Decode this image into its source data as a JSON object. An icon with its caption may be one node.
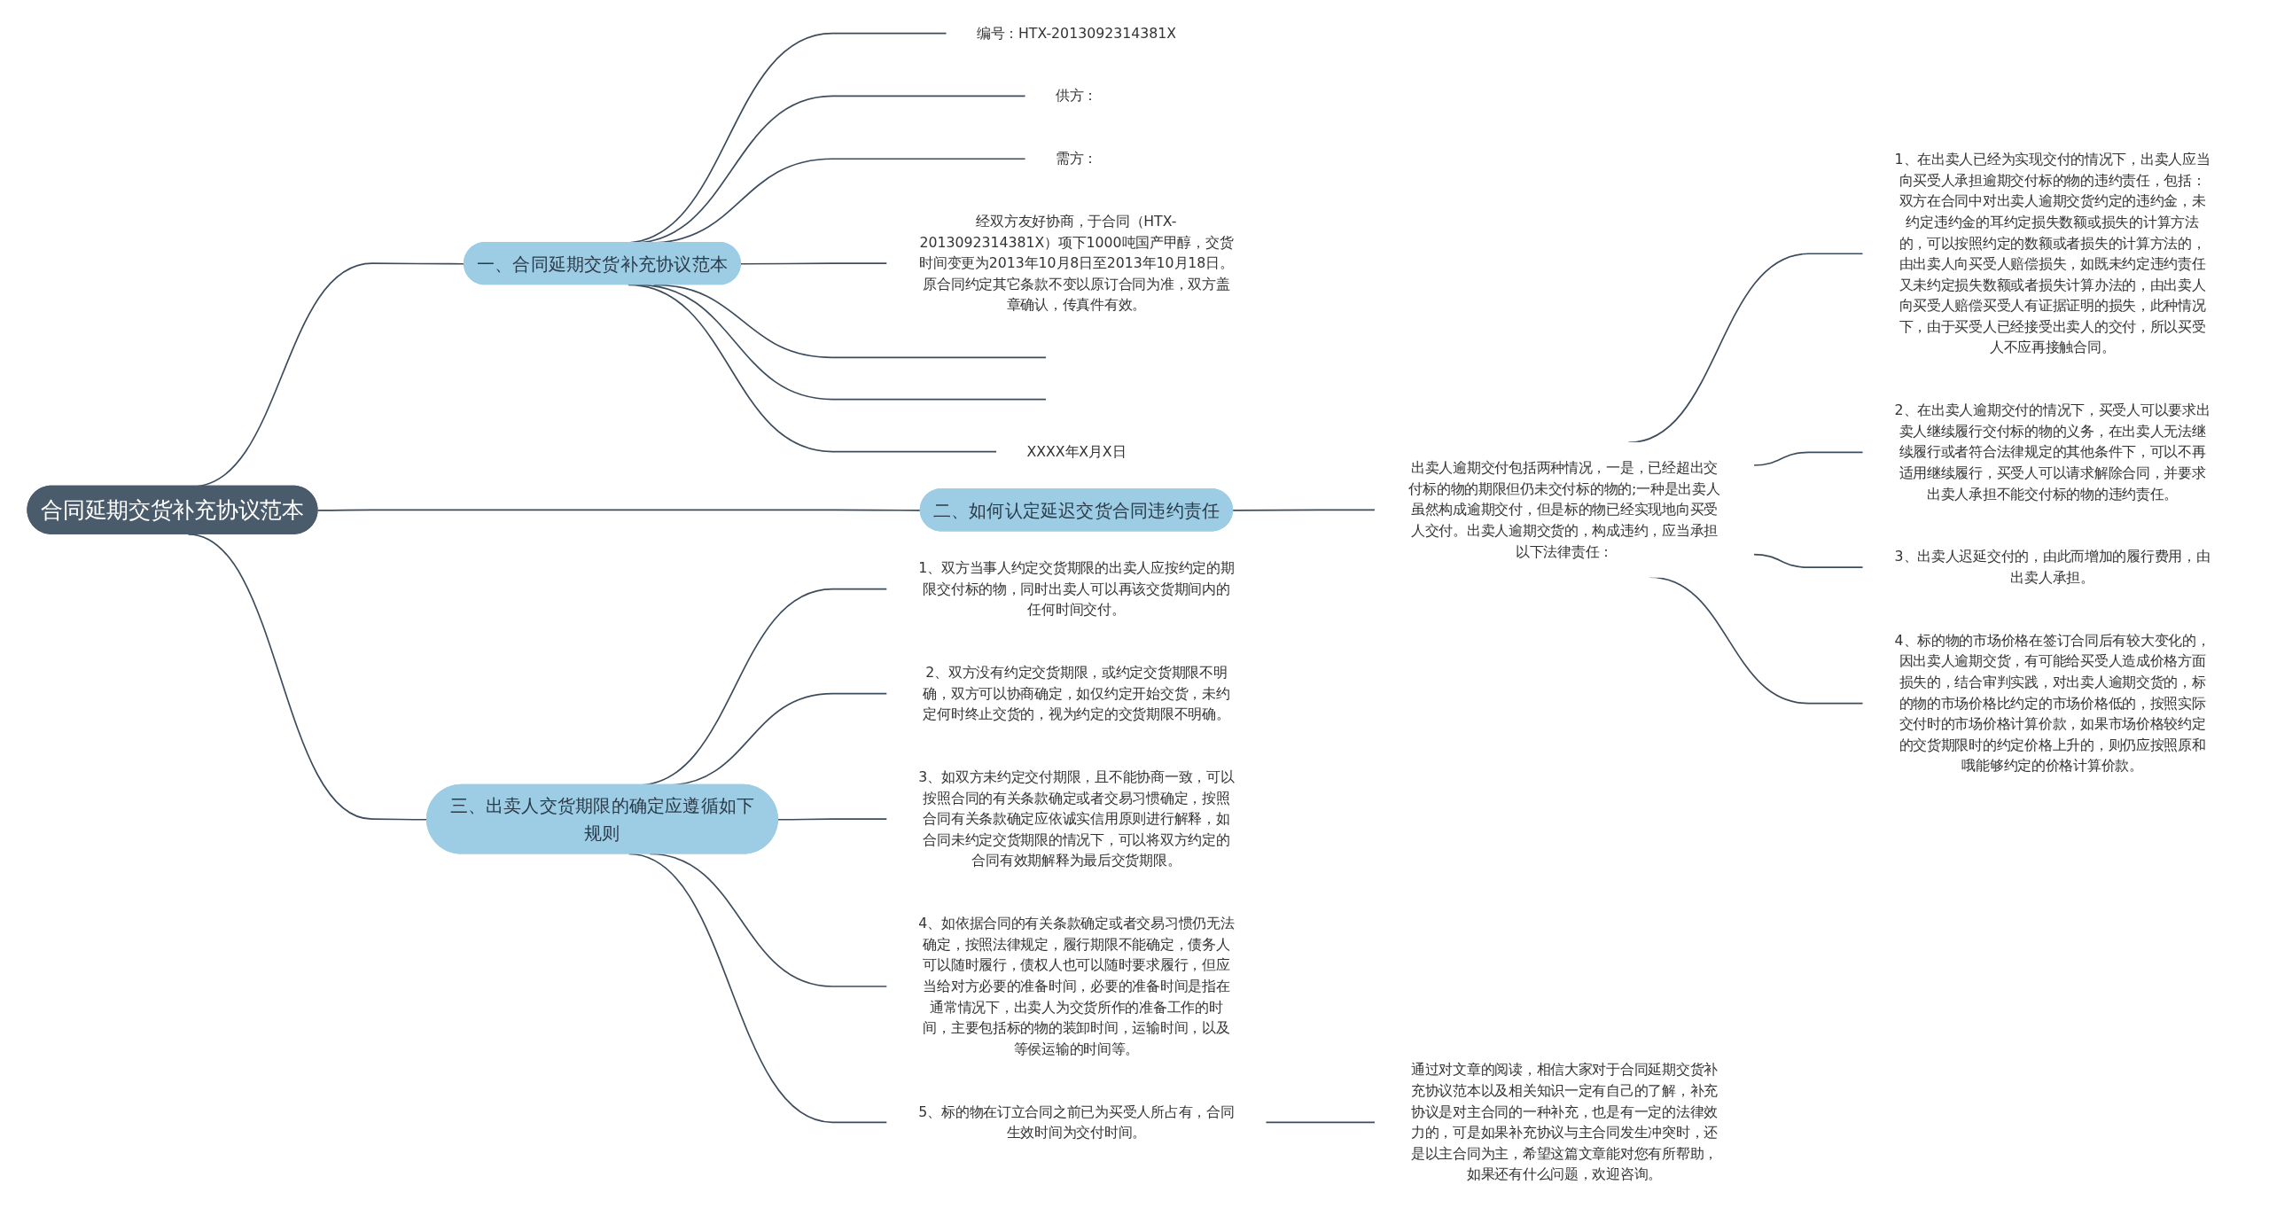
{
  "diagram": {
    "nodes": [
      {
        "text": [
          "合同延期交货补充协议范本"
        ]
      },
      {
        "text": [
          "一、合同延期交货补充协议范本"
        ]
      },
      {
        "text": [
          "编号：HTX-2013092314381X"
        ]
      },
      {
        "text": [
          "供方："
        ]
      },
      {
        "text": [
          "需方："
        ]
      },
      {
        "text": [
          "经双方友好协商，于合同（HTX-2013092314381X）项下1000吨国产甲醇，交货时间变更为2013年10月8日至2013年10月18日。原合同约定其它条款不变以原订合同为准，双方盖章确认，传真件有效。"
        ]
      },
      {
        "text": [],
        "shape": "box"
      },
      {
        "text": [],
        "shape": "box"
      },
      {
        "text": [
          "XXXX年X月X日"
        ]
      },
      {
        "text": [
          "二、如何认定延迟交货合同违约责任"
        ]
      },
      {
        "text": [
          "出卖人逾期交付包括两种情况，一是，已经超出交付标的物的期限但仍未交付标的物的;一种是出卖人虽然构成逾期交付，但是标的物已经实现地向买受人交付。出卖人逾期交货的，构成违约，应当承担以下法律责任："
        ]
      },
      {
        "text": [
          "1、在出卖人已经为实现交付的情况下，出卖人应当向买受人承担逾期交付标的物的违约责任，包括：双方在合同中对出卖人逾期交货约定的违约金，未约定违约金的耳约定损失数额或损失的计算方法的，可以按照约定的数额或者损失的计算方法的，由出卖人向买受人赔偿损失，如既未约定违约责任又未约定损失数额或者损失计算办法的，由出卖人向买受人赔偿买受人有证据证明的损失，此种情况下，由于买受人已经接受出卖人的交付，所以买受人不应再接触合同。"
        ]
      },
      {
        "text": [
          "2、在出卖人逾期交付的情况下，买受人可以要求出卖人继续履行交付标的物的义务，在出卖人无法继续履行或者符合法律规定的其他条件下，可以不再适用继续履行，买受人可以请求解除合同，并要求出卖人承担不能交付标的物的违约责任。"
        ]
      },
      {
        "text": [
          "3、出卖人迟延交付的，由此而增加的履行费用，由出卖人承担。"
        ]
      },
      {
        "text": [
          "4、标的物的市场价格在签订合同后有较大变化的，因出卖人逾期交货，有可能给买受人造成价格方面损失的，结合审判实践，对出卖人逾期交货的，标的物的市场价格比约定的市场价格低的，按照实际交付时的市场价格计算价款，如果市场价格较约定的交货期限时的约定价格上升的，则仍应按照原和哦能够约定的价格计算价款。"
        ]
      },
      {
        "text": [
          "三、出卖人交货期限的确定应遵循如下规则"
        ]
      },
      {
        "text": [
          "1、双方当事人约定交货期限的出卖人应按约定的期限交付标的物，同时出卖人可以再该交货期间内的任何时间交付。"
        ]
      },
      {
        "text": [
          "2、双方没有约定交货期限，或约定交货期限不明确，双方可以协商确定，如仅约定开始交货，未约定何时终止交货的，视为约定的交货期限不明确。"
        ]
      },
      {
        "text": [
          "3、如双方未约定交付期限，且不能协商一致，可以按照合同的有关条款确定或者交易习惯确定，按照合同有关条款确定应依诚实信用原则进行解释，如合同未约定交货期限的情况下，可以将双方约定的合同有效期解释为最后交货期限。"
        ]
      },
      {
        "text": [
          "4、如依据合同的有关条款确定或者交易习惯仍无法确定，按照法律规定，履行期限不能确定，债务人可以随时履行，债权人也可以随时要求履行，但应当给对方必要的准备时间，必要的准备时间是指在通常情况下，出卖人为交货所作的准备工作的时间，主要包括标的物的装卸时间，运输时间，以及等侯运输的时间等。"
        ]
      },
      {
        "text": [
          "5、标的物在订立合同之前已为买受人所占有，合同生效时间为交付时间。"
        ]
      },
      {
        "text": [
          "通过对文章的阅读，相信大家对于合同延期交货补充协议范本以及相关知识一定有自己的了解，补充协议是对主合同的一种补充，也是有一定的法律效力的，可是如果补充协议与主合同发生冲突时，还是以主合同为主，希望这篇文章能对您有所帮助，如果还有什么问题，欢迎咨询。"
        ]
      }
    ],
    "edges": [
      {
        "from": 0,
        "to": 1,
        "arrow": "none"
      },
      {
        "from": 1,
        "to": 2,
        "arrow": "none"
      },
      {
        "from": 1,
        "to": 3,
        "arrow": "none"
      },
      {
        "from": 1,
        "to": 4,
        "arrow": "none"
      },
      {
        "from": 1,
        "to": 5,
        "arrow": "none"
      },
      {
        "from": 1,
        "to": 6,
        "arrow": "none"
      },
      {
        "from": 1,
        "to": 7,
        "arrow": "none"
      },
      {
        "from": 1,
        "to": 8,
        "arrow": "none"
      },
      {
        "from": 0,
        "to": 9,
        "arrow": "none"
      },
      {
        "from": 9,
        "to": 10,
        "arrow": "none"
      },
      {
        "from": 10,
        "to": 11,
        "arrow": "none"
      },
      {
        "from": 10,
        "to": 12,
        "arrow": "none"
      },
      {
        "from": 10,
        "to": 13,
        "arrow": "none"
      },
      {
        "from": 10,
        "to": 14,
        "arrow": "none"
      },
      {
        "from": 0,
        "to": 15,
        "arrow": "none"
      },
      {
        "from": 15,
        "to": 16,
        "arrow": "none"
      },
      {
        "from": 15,
        "to": 17,
        "arrow": "none"
      },
      {
        "from": 15,
        "to": 18,
        "arrow": "none"
      },
      {
        "from": 15,
        "to": 19,
        "arrow": "none"
      },
      {
        "from": 15,
        "to": 20,
        "arrow": "none"
      },
      {
        "from": 20,
        "to": 21,
        "arrow": "none"
      }
    ]
  }
}
